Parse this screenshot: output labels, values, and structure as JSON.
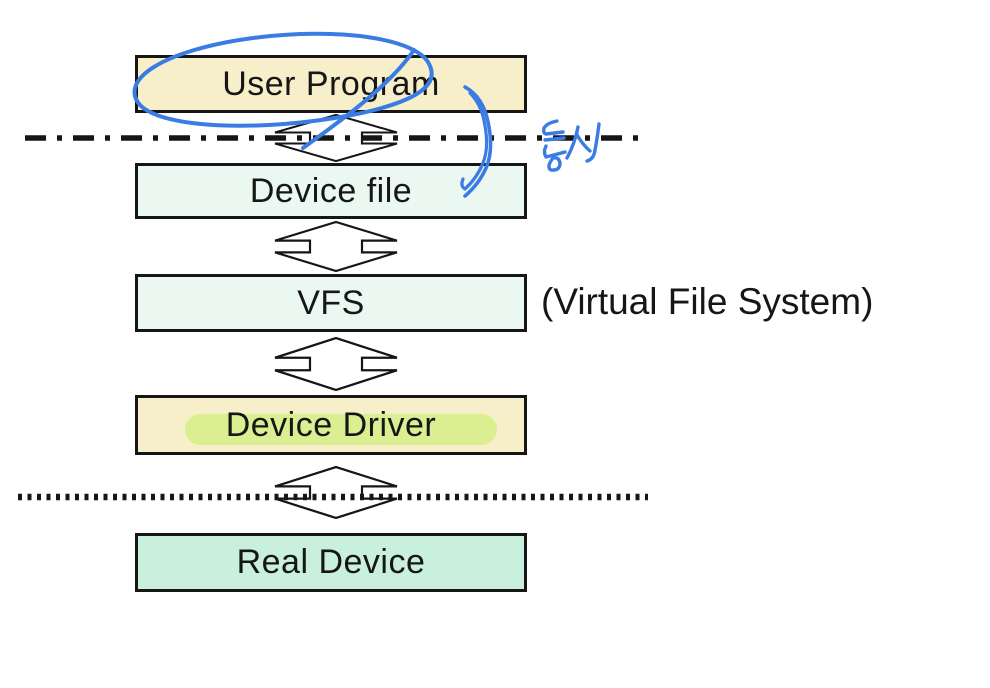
{
  "diagram": {
    "background_color": "#ffffff",
    "line_color": "#161616",
    "text_color": "#161616",
    "side_note": "(Virtual File System)",
    "boxes": [
      {
        "label": "User Program",
        "fill": "#f7efc9"
      },
      {
        "label": "Device file",
        "fill": "#eaf8f1"
      },
      {
        "label": "VFS",
        "fill": "#eaf8f1"
      },
      {
        "label": "Device Driver",
        "fill": "#f7efc9",
        "highlight_color": "#dcee92"
      },
      {
        "label": "Real Device",
        "fill": "#c9f0dd"
      }
    ],
    "separators": [
      {
        "style": "dash-dot",
        "position": "between User Program and Device file"
      },
      {
        "style": "dotted",
        "position": "between Device Driver and Real Device"
      }
    ],
    "annotations": {
      "pen_color": "#3a7ce4",
      "circled_text": "User Program",
      "handwriting_text": "통신"
    }
  }
}
